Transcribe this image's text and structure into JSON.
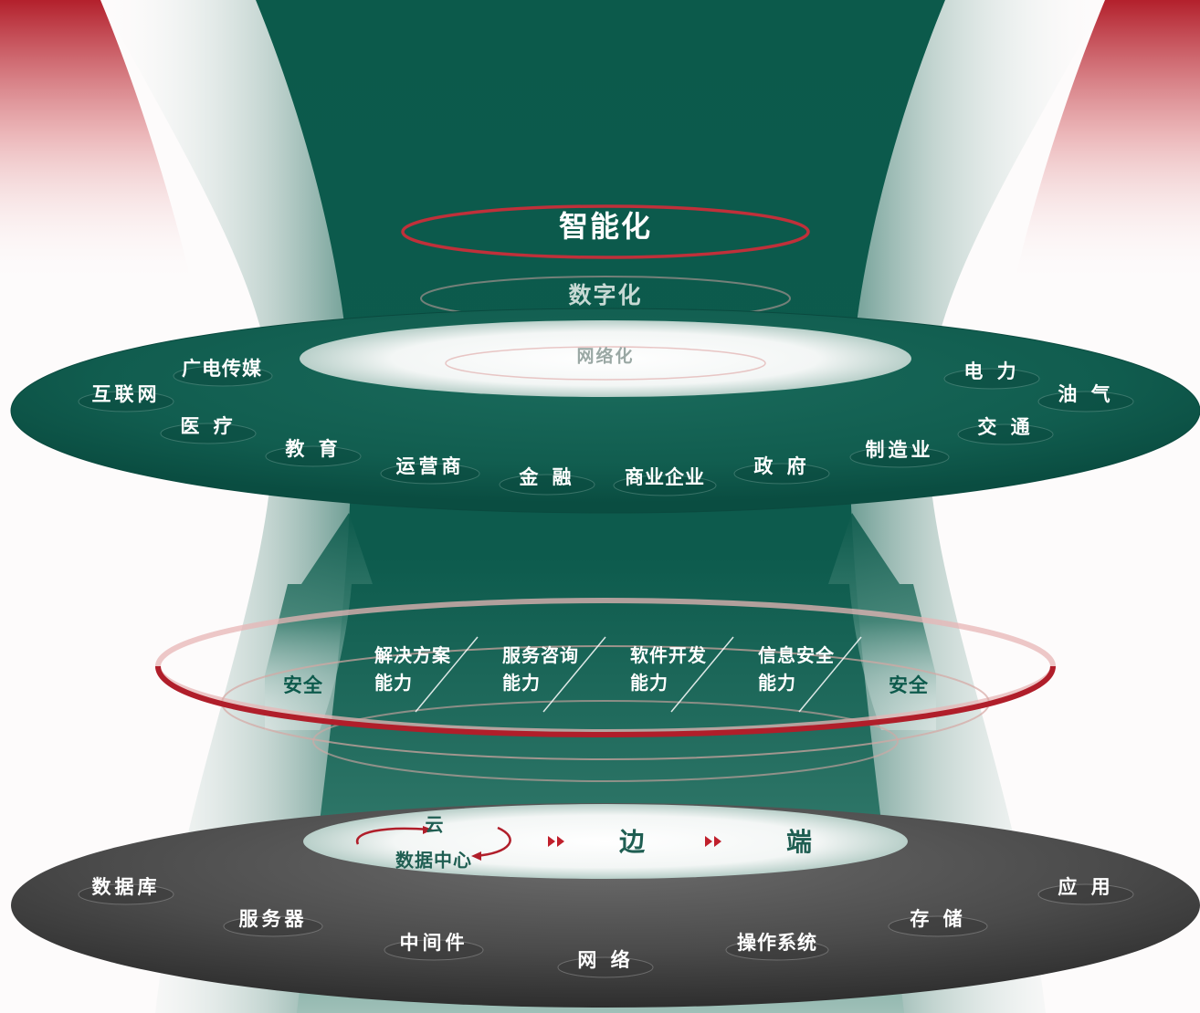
{
  "levels": {
    "top": "智能化",
    "middle": "数字化",
    "bottom": "网络化"
  },
  "industries": {
    "internet": "互联网",
    "broadcast": "广电传媒",
    "medical": "医 疗",
    "education": "教 育",
    "operator": "运营商",
    "finance": "金 融",
    "business": "商业企业",
    "government": "政 府",
    "manufacturing": "制造业",
    "power": "电 力",
    "oil_gas": "油 气",
    "transport": "交 通"
  },
  "capabilities": [
    {
      "line1": "解决方案",
      "line2": "能力"
    },
    {
      "line1": "服务咨询",
      "line2": "能力"
    },
    {
      "line1": "软件开发",
      "line2": "能力"
    },
    {
      "line1": "信息安全",
      "line2": "能力"
    }
  ],
  "security": {
    "left": "安全",
    "right": "安全"
  },
  "cloud_edge_end": {
    "cloud": "云",
    "datacenter": "数据中心",
    "edge": "边",
    "end": "端"
  },
  "foundation": {
    "database": "数据库",
    "server": "服务器",
    "middleware": "中间件",
    "network": "网 络",
    "os": "操作系统",
    "storage": "存 储",
    "application": "应 用"
  },
  "colors": {
    "teal": "#0d5a4c",
    "red": "#b01e2a",
    "gray": "#4a4a4a"
  }
}
